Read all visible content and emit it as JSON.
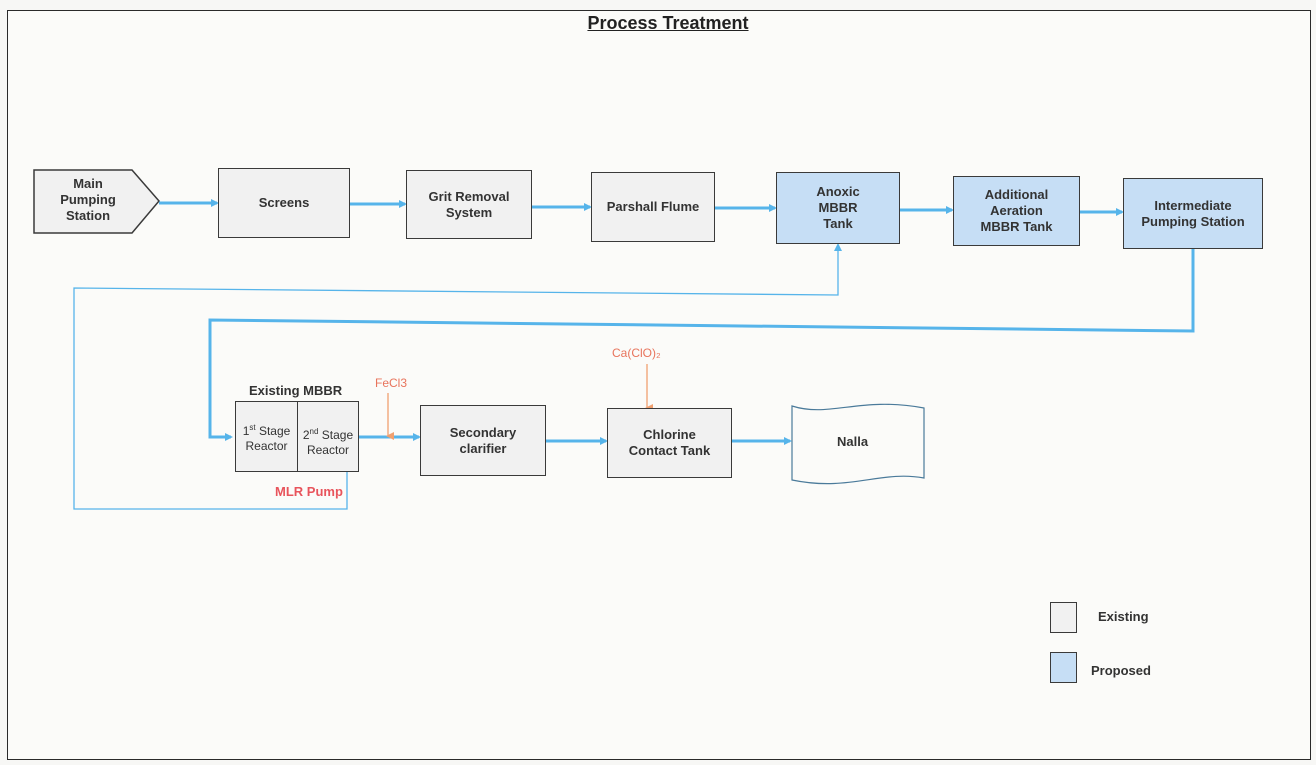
{
  "title": "Process Treatment",
  "colors": {
    "existing_fill": "#f1f1f1",
    "proposed_fill": "#c6def5",
    "flow_line": "#56b4ea",
    "dose_arrow": "#f0a070",
    "pump_label": "#e8545c"
  },
  "nodes": {
    "main_pumping_station": "Main Pumping Station",
    "screens": "Screens",
    "grit_removal": "Grit Removal System",
    "parshall_flume": "Parshall Flume",
    "anoxic_tank": "Anoxic MBBR Tank",
    "aeration_tank": "Additional Aeration MBBR Tank",
    "intermediate_pumping": "Intermediate Pumping Station",
    "existing_mbbr_title": "Existing MBBR",
    "stage1_sup": "st",
    "stage1_num": "1",
    "stage_word": "Stage",
    "reactor_word": "Reactor",
    "stage2_sup": "nd",
    "stage2_num": "2",
    "secondary_clarifier": "Secondary clarifier",
    "chlorine_tank": "Chlorine Contact Tank",
    "nalla": "Nalla"
  },
  "annotations": {
    "fecl3": "FeCl3",
    "calcium_hypochlorite": "Ca(ClO)₂",
    "mlr_pump": "MLR Pump"
  },
  "legend": {
    "existing": "Existing",
    "proposed": "Proposed"
  }
}
